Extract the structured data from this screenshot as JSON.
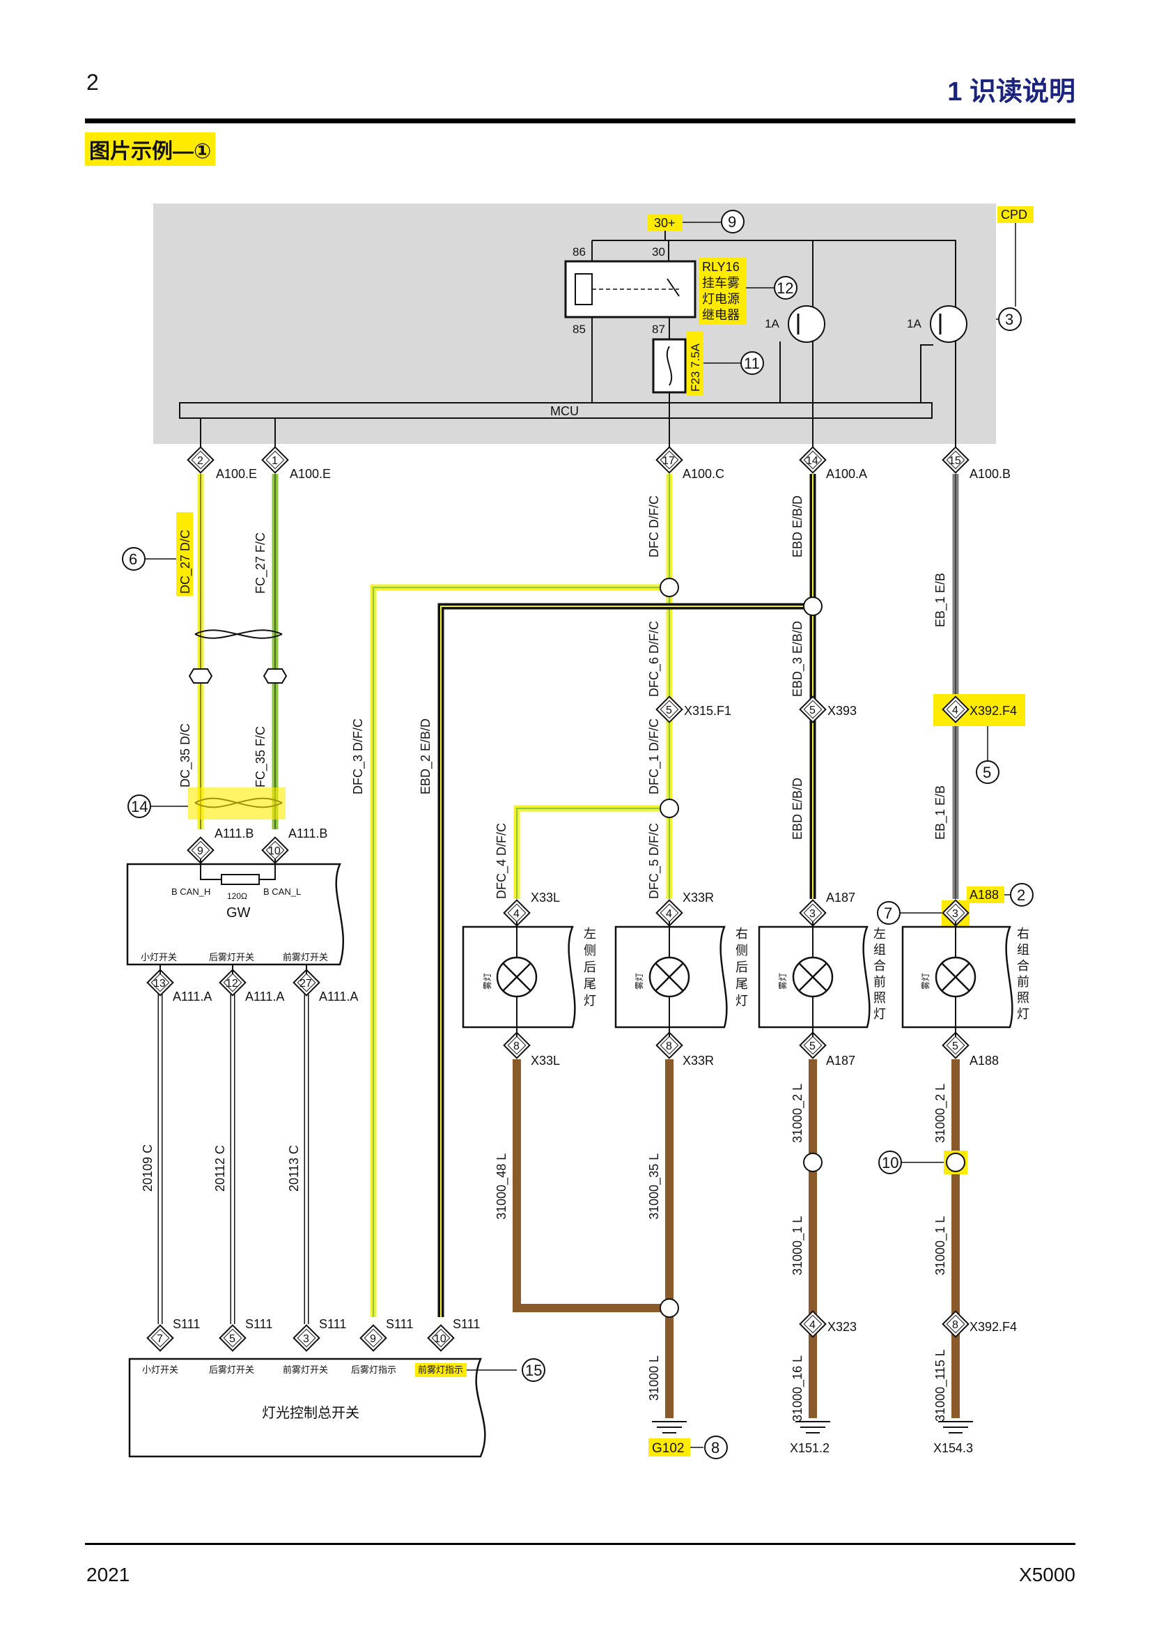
{
  "header": {
    "page_number": "2",
    "chapter_title": "1 识读说明"
  },
  "section": {
    "label": "图片示例—①"
  },
  "footer": {
    "year": "2021",
    "model": "X5000"
  },
  "colors": {
    "highlight": "#ffeb00",
    "module_bg": "#d9d9d9",
    "wire_yellow": "#f2f230",
    "wire_green": "#8dc63f",
    "wire_brown": "#8b5a2b",
    "wire_gray": "#808080"
  },
  "module": {
    "name": "CPD",
    "bus": "MCU",
    "supply": "30+",
    "relay": {
      "id": "RLY16",
      "name_l1": "挂车雾",
      "name_l2": "灯电源",
      "name_l3": "继电器",
      "pin86": "86",
      "pin30": "30",
      "pin85": "85",
      "pin87": "87"
    },
    "fuse": "F23 7.5A",
    "mosfet1": "1A",
    "mosfet2": "1A"
  },
  "connectors": {
    "a100e_2": "2",
    "a100e_1": "1",
    "a100e": "A100.E",
    "a100c_pin": "17",
    "a100c": "A100.C",
    "a100a_pin": "14",
    "a100a": "A100.A",
    "a100b_pin": "15",
    "a100b": "A100.B",
    "x315_pin": "5",
    "x315": "X315.F1",
    "x393_pin": "5",
    "x393": "X393",
    "x392_pin": "4",
    "x392": "X392.F4",
    "a111b_9": "9",
    "a111b_10": "10",
    "a111b": "A111.B",
    "a111a_13": "13",
    "a111a_12": "12",
    "a111a_27": "27",
    "a111a": "A111.A",
    "x33l_4": "4",
    "x33l": "X33L",
    "x33r_4": "4",
    "x33r": "X33R",
    "a187_3": "3",
    "a187": "A187",
    "a188_3": "3",
    "a188": "A188",
    "x33l_8": "8",
    "x33r_8": "8",
    "a187_5": "5",
    "a188_5": "5",
    "x323_pin": "4",
    "x323": "X323",
    "x392b_pin": "8",
    "x392b": "X392.F4",
    "s111_7": "7",
    "s111_5": "5",
    "s111_3": "3",
    "s111_9": "9",
    "s111_10": "10",
    "s111": "S111"
  },
  "wires": {
    "dc27": "DC_27 D/C",
    "fc27": "FC_27 F/C",
    "dc35": "DC_35 D/C",
    "fc35": "FC_35 F/C",
    "dfc": "DFC D/F/C",
    "ebd": "EBD E/B/D",
    "eb1a": "EB_1 E/B",
    "eb1b": "EB_1 E/B",
    "dfc6": "DFC_6 D/F/C",
    "ebd3": "EBD_3 E/B/D",
    "dfc3": "DFC_3 D/F/C",
    "ebd2": "EBD_2 E/B/D",
    "dfc1": "DFC_1 D/F/C",
    "ebd_lower": "EBD E/B/D",
    "dfc4": "DFC_4 D/F/C",
    "dfc5": "DFC_5 D/F/C",
    "w20109": "20109 C",
    "w20112": "20112 C",
    "w20113": "20113 C",
    "w31000_48": "31000_48 L",
    "w31000_35": "31000_35 L",
    "w31000_2a": "31000_2 L",
    "w31000_2b": "31000_2 L",
    "w31000_1a": "31000_1 L",
    "w31000_1b": "31000_1 L",
    "w31000": "31000 L",
    "w31000_16": "31000_16 L",
    "w31000_115": "31000_115 L"
  },
  "gw": {
    "name": "GW",
    "can_h": "B CAN_H",
    "can_l": "B CAN_L",
    "resistor": "120Ω",
    "pin_small": "小灯开关",
    "pin_rear": "后雾灯开关",
    "pin_front": "前雾灯开关"
  },
  "lamps": {
    "fog": "雾灯",
    "left_rear": [
      "左",
      "侧",
      "后",
      "尾",
      "灯"
    ],
    "right_rear": [
      "右",
      "侧",
      "后",
      "尾",
      "灯"
    ],
    "left_front": [
      "左",
      "组",
      "合",
      "前",
      "照",
      "灯"
    ],
    "right_front": [
      "右",
      "组",
      "合",
      "前",
      "照",
      "灯"
    ]
  },
  "switch": {
    "name": "灯光控制总开关",
    "p1": "小灯开关",
    "p2": "后雾灯开关",
    "p3": "前雾灯开关",
    "p4": "后雾灯指示",
    "p5": "前雾灯指示"
  },
  "grounds": {
    "g102": "G102",
    "x151": "X151.2",
    "x154": "X154.3"
  },
  "callouts": [
    "9",
    "12",
    "11",
    "3",
    "6",
    "14",
    "5",
    "2",
    "7",
    "10",
    "15",
    "8"
  ]
}
